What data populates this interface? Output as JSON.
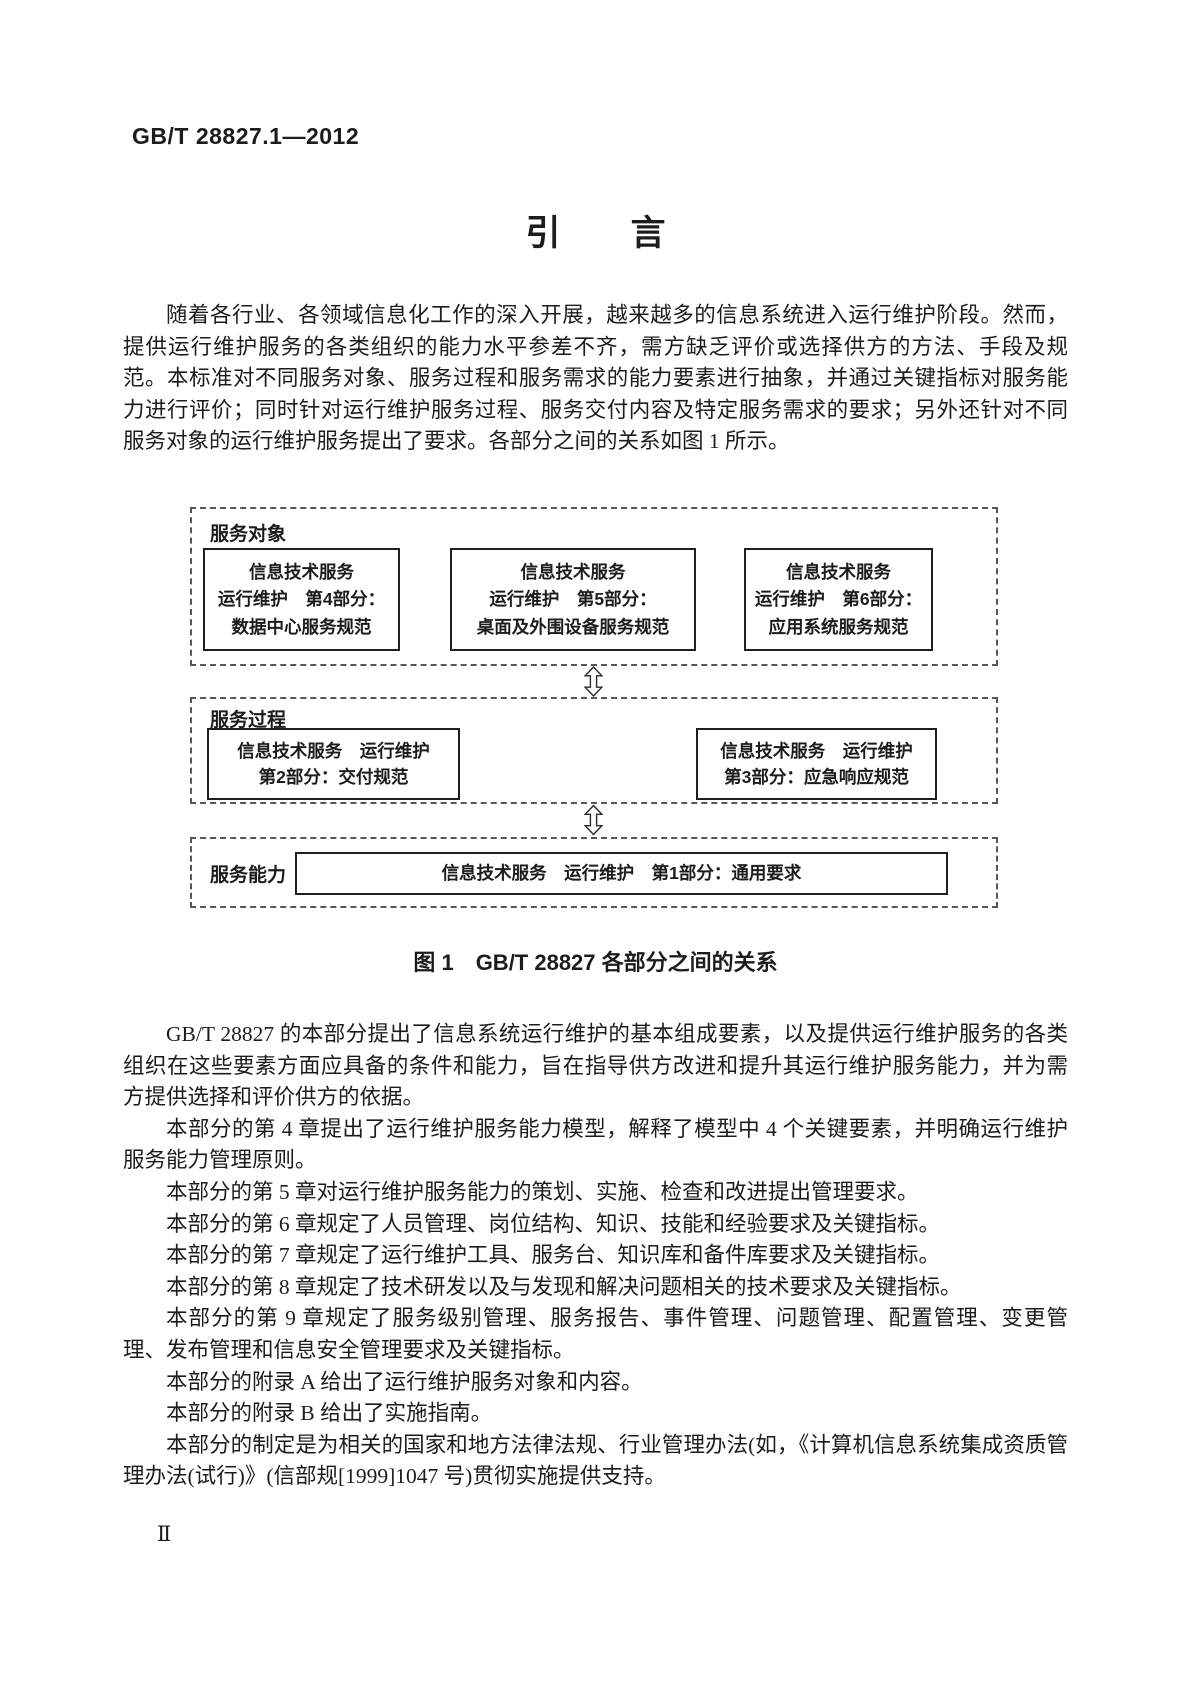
{
  "page": {
    "doc_code": "GB/T 28827.1—2012",
    "title": "引　　言",
    "page_number": "Ⅱ"
  },
  "intro": {
    "paragraphs": [
      "随着各行业、各领域信息化工作的深入开展，越来越多的信息系统进入运行维护阶段。然而，提供运行维护服务的各类组织的能力水平参差不齐，需方缺乏评价或选择供方的方法、手段及规范。本标准对不同服务对象、服务过程和服务需求的能力要素进行抽象，并通过关键指标对服务能力进行评价；同时针对运行维护服务过程、服务交付内容及特定服务需求的要求；另外还针对不同服务对象的运行维护服务提出了要求。各部分之间的关系如图 1 所示。",
      "GB/T 28827 的本部分提出了信息系统运行维护的基本组成要素，以及提供运行维护服务的各类组织在这些要素方面应具备的条件和能力，旨在指导供方改进和提升其运行维护服务能力，并为需方提供选择和评价供方的依据。",
      "本部分的第 4 章提出了运行维护服务能力模型，解释了模型中 4 个关键要素，并明确运行维护服务能力管理原则。",
      "本部分的第 5 章对运行维护服务能力的策划、实施、检查和改进提出管理要求。",
      "本部分的第 6 章规定了人员管理、岗位结构、知识、技能和经验要求及关键指标。",
      "本部分的第 7 章规定了运行维护工具、服务台、知识库和备件库要求及关键指标。",
      "本部分的第 8 章规定了技术研发以及与发现和解决问题相关的技术要求及关键指标。",
      "本部分的第 9 章规定了服务级别管理、服务报告、事件管理、问题管理、配置管理、变更管理、发布管理和信息安全管理要求及关键指标。",
      "本部分的附录 A 给出了运行维护服务对象和内容。",
      "本部分的附录 B 给出了实施指南。",
      "本部分的制定是为相关的国家和地方法律法规、行业管理办法(如，《计算机信息系统集成资质管理办法(试行)》(信部规[1999]1047 号)贯彻实施提供支持。"
    ]
  },
  "figure": {
    "caption": "图 1　GB/T 28827 各部分之间的关系",
    "connector_icon": "double-arrow-vertical",
    "groups": [
      {
        "label": "服务对象",
        "boxes": [
          {
            "lines": [
              "信息技术服务",
              "运行维护　第4部分：",
              "数据中心服务规范"
            ]
          },
          {
            "lines": [
              "信息技术服务",
              "运行维护　第5部分：",
              "桌面及外围设备服务规范"
            ]
          },
          {
            "lines": [
              "信息技术服务",
              "运行维护　第6部分：",
              "应用系统服务规范"
            ]
          }
        ]
      },
      {
        "label": "服务过程",
        "boxes": [
          {
            "lines": [
              "信息技术服务　运行维护",
              "第2部分：交付规范"
            ]
          },
          {
            "lines": [
              "信息技术服务　运行维护",
              "第3部分：应急响应规范"
            ]
          }
        ]
      },
      {
        "label": "服务能力",
        "boxes": [
          {
            "lines": [
              "信息技术服务　运行维护　第1部分：通用要求"
            ]
          }
        ]
      }
    ]
  },
  "colors": {
    "text": "#1c1c1c",
    "solid_border": "#1f1f1f",
    "dashed_border": "#575757",
    "background": "#ffffff"
  }
}
